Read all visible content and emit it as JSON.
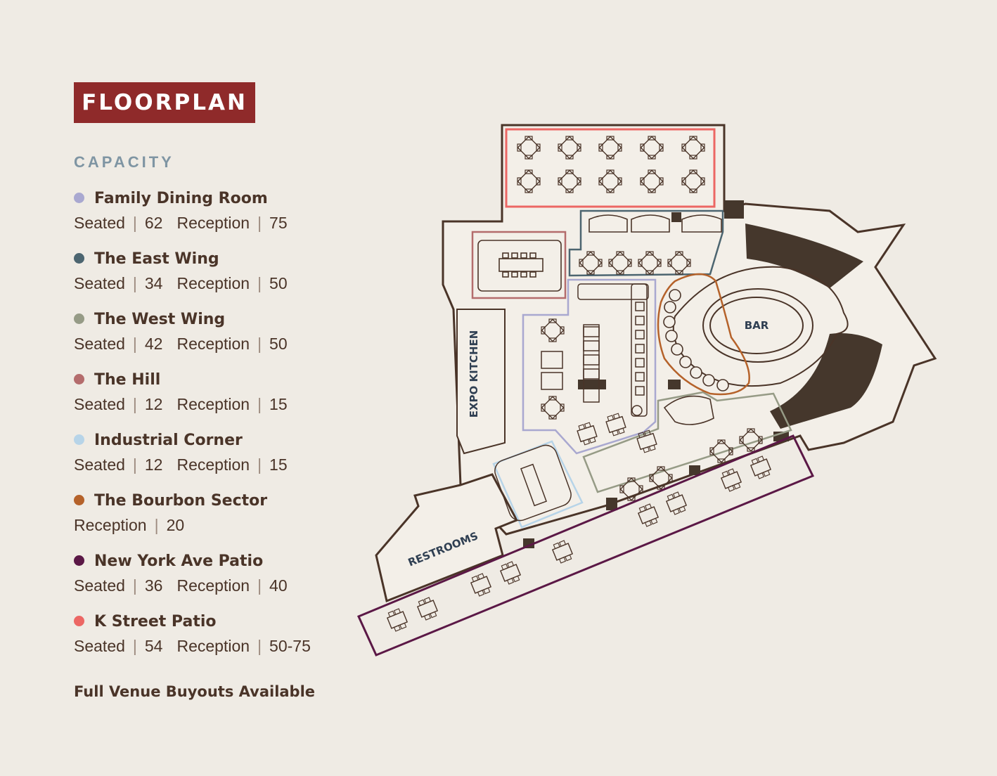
{
  "header": {
    "title": "FLOORPLAN"
  },
  "capacity": {
    "heading": "CAPACITY",
    "rooms": [
      {
        "name": "Family Dining Room",
        "color": "#a9a8d0",
        "cap": [
          {
            "label": "Seated",
            "value": "62"
          },
          {
            "label": "Reception",
            "value": "75"
          }
        ]
      },
      {
        "name": "The East Wing",
        "color": "#4c6570",
        "cap": [
          {
            "label": "Seated",
            "value": "34"
          },
          {
            "label": "Reception",
            "value": "50"
          }
        ]
      },
      {
        "name": "The West Wing",
        "color": "#969b86",
        "cap": [
          {
            "label": "Seated",
            "value": "42"
          },
          {
            "label": "Reception",
            "value": "50"
          }
        ]
      },
      {
        "name": "The Hill",
        "color": "#b46c6c",
        "cap": [
          {
            "label": "Seated",
            "value": "12"
          },
          {
            "label": "Reception",
            "value": "15"
          }
        ]
      },
      {
        "name": "Industrial Corner",
        "color": "#b7d4e8",
        "cap": [
          {
            "label": "Seated",
            "value": "12"
          },
          {
            "label": "Reception",
            "value": "15"
          }
        ]
      },
      {
        "name": "The Bourbon Sector",
        "color": "#b5622a",
        "cap": [
          {
            "label": "Reception",
            "value": "20"
          }
        ]
      },
      {
        "name": "New York Ave Patio",
        "color": "#5b1846",
        "cap": [
          {
            "label": "Seated",
            "value": "36"
          },
          {
            "label": "Reception",
            "value": "40"
          }
        ]
      },
      {
        "name": "K Street Patio",
        "color": "#ec6764",
        "cap": [
          {
            "label": "Seated",
            "value": "54"
          },
          {
            "label": "Reception",
            "value": "50-75"
          }
        ]
      }
    ]
  },
  "footer": {
    "buyout": "Full Venue Buyouts Available"
  },
  "map": {
    "labels": {
      "bar": "BAR",
      "kitchen": "EXPO KITCHEN",
      "restrooms": "RESTROOMS"
    },
    "colors": {
      "wall": "#4a3428",
      "fill": "#f3efe8",
      "dark": "#45372c"
    }
  }
}
